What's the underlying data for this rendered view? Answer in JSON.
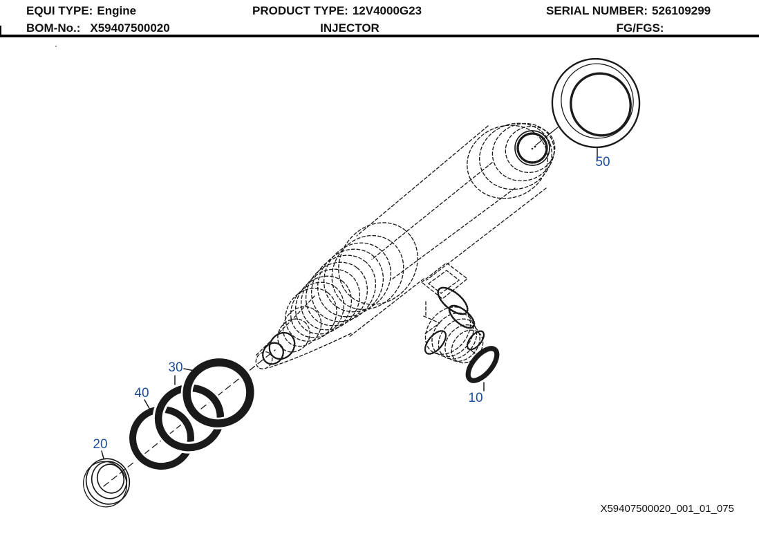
{
  "header": {
    "equi_type": {
      "label": "EQUI TYPE:",
      "value": "Engine"
    },
    "product_type": {
      "label": "PRODUCT TYPE:",
      "value": "12V4000G23"
    },
    "serial_number": {
      "label": "SERIAL NUMBER:",
      "value": "526109299"
    },
    "bom_no": {
      "label": "BOM-No.:",
      "value": "X59407500020"
    },
    "part_name": "INJECTOR",
    "fg_fgs_label": "FG/FGS:"
  },
  "diagram": {
    "description": "Exploded hidden-line drawing of injector with seal rings",
    "drawing_number": "X59407500020_001_01_075",
    "callout_color": "#1d4d9b",
    "line_color": "#1a1a1a",
    "callouts": [
      {
        "label": "10"
      },
      {
        "label": "20"
      },
      {
        "label": "30"
      },
      {
        "label": "40"
      },
      {
        "label": "50"
      }
    ]
  }
}
